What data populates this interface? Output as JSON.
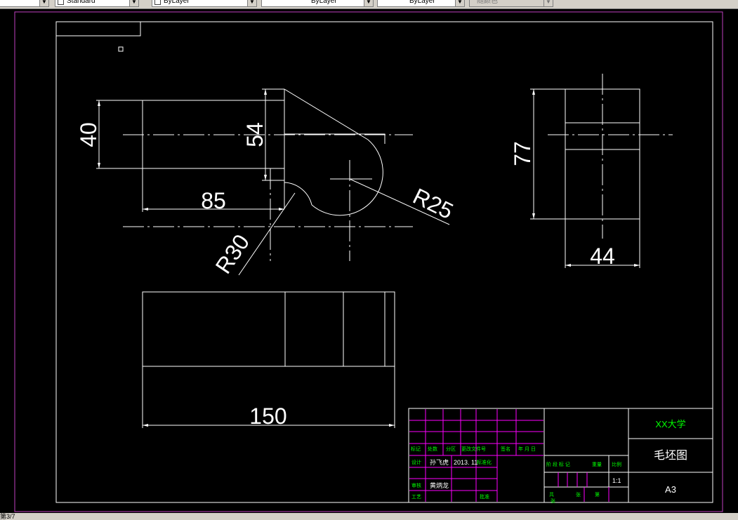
{
  "toolbar": {
    "textstyle_value": "Standard",
    "layer_value": "ByLayer",
    "linetype_value": "ByLayer",
    "lineweight_value": "ByLayer",
    "plotstyle_value": "随颜色"
  },
  "drawing": {
    "dimensions": {
      "height_left": "40",
      "height_mid": "54",
      "length_85": "85",
      "radius_30": "R30",
      "radius_25": "R25",
      "side_height": "77",
      "side_width": "44",
      "top_length": "150"
    }
  },
  "title_block": {
    "school": "XX大学",
    "drawing_name": "毛坯图",
    "sheet_size": "A3",
    "scale": "1:1",
    "designer": "孙飞虎",
    "date": "2013. 11",
    "reviewer": "黄炳龙",
    "header_labels": [
      "标记",
      "处数",
      "分区",
      "更改文件号",
      "签名",
      "年 月 日"
    ],
    "row_labels": [
      "设计",
      "标准化",
      "审核",
      "工艺",
      "批准"
    ],
    "mid_labels": [
      "阶 段 标 记",
      "重量",
      "比例"
    ],
    "bottom_labels": [
      "共",
      "张",
      "第",
      "张"
    ],
    "text_color": "#00ff00"
  },
  "colors": {
    "background": "#000000",
    "lines": "#ffffff",
    "grid": "#ff00ff",
    "label_green": "#00ff00"
  },
  "status": {
    "text": "第3/7"
  }
}
